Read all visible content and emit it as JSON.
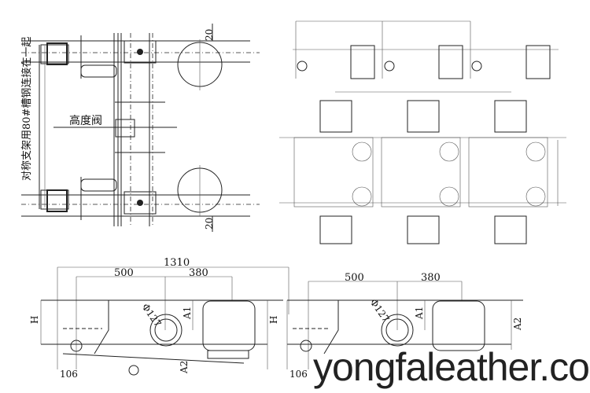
{
  "top_left_view": {
    "note_vertical": "对称支架用80#槽钢连接在一起",
    "valve_label": "高度阀",
    "dim_top": "20",
    "dim_bottom": "20"
  },
  "side_view_left": {
    "dim_total": "1310",
    "dim_a": "500",
    "dim_b": "380",
    "diameter": "Φ127",
    "h_label": "H",
    "a1_label": "A1",
    "a2_label": "A2",
    "dim_offset": "106"
  },
  "side_view_right": {
    "dim_a": "500",
    "dim_b": "380",
    "diameter": "Φ127",
    "h_label": "H",
    "a1_label": "A1",
    "a2_label": "A2",
    "dim_offset": "106"
  },
  "watermark": "yongfaleather.co"
}
